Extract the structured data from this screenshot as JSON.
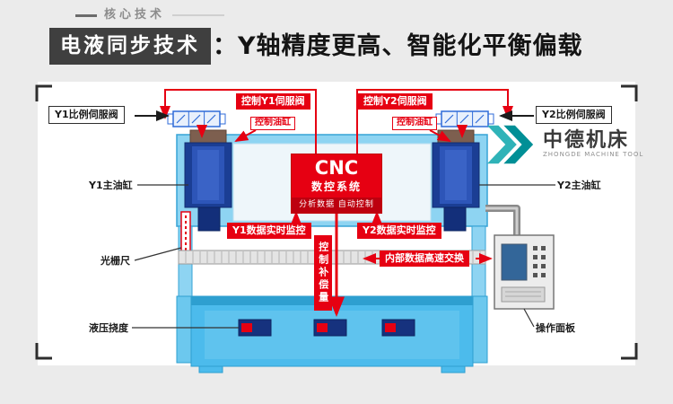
{
  "header": {
    "badge": "核心技术",
    "title_box": "电液同步技术",
    "title_rest": "：Y轴精度更高、智能化平衡偏载"
  },
  "logo": {
    "cn": "中德机床",
    "en": "ZHONGDE MACHINE TOOL"
  },
  "cnc": {
    "title": "CNC",
    "subtitle": "数控系统",
    "footer": "分析数据  自动控制"
  },
  "labels": {
    "y1_prop_valve": "Y1比例伺服阀",
    "y2_prop_valve": "Y2比例伺服阀",
    "ctrl_y1_valve": "控制Y1伺服阀",
    "ctrl_y2_valve": "控制Y2伺服阀",
    "ctrl_cyl_left": "控制油缸",
    "ctrl_cyl_right": "控制油缸",
    "y1_main_cyl": "Y1主油缸",
    "y2_main_cyl": "Y2主油缸",
    "y1_monitor": "Y1数据实时监控",
    "y2_monitor": "Y2数据实时监控",
    "grating_ruler": "光栅尺",
    "compensation": "控制补偿量",
    "data_exchange": "内部数据高速交换",
    "hydraulic_deflection": "液压挠度",
    "operation_panel": "操作面板"
  },
  "colors": {
    "accent_red": "#e60012",
    "title_dark": "#3f3f3f",
    "machine_blue": "#4cbbec",
    "cylinder_navy": "#1b3e94",
    "logo_teal": "#00969c",
    "background": "#ebebeb"
  }
}
